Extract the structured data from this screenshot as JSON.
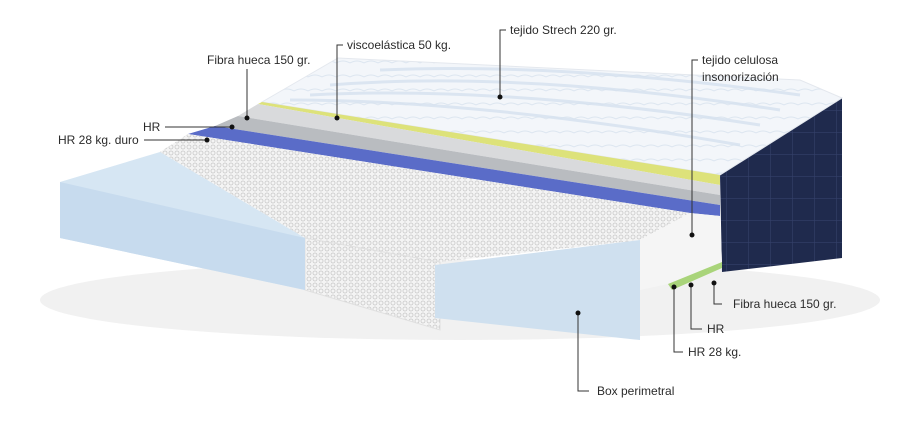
{
  "colors": {
    "top_fabric": "#eef3f8",
    "visco_yellow": "#dde27a",
    "hr_grey": "#b9bcc0",
    "hr_duro_blue": "#5a6cc8",
    "box_foam": "#cfe0ef",
    "side_navy": "#1f2a4d",
    "hr28_green": "#a9d47a"
  },
  "labels": {
    "tejido_strech": "tejido Strech 220 gr.",
    "viscoelastica": "viscoelástica 50 kg.",
    "fibra_hueca_top": "Fibra hueca 150 gr.",
    "tejido_celulosa_1": "tejido celulosa",
    "tejido_celulosa_2": "insonorización",
    "hr_top": "HR",
    "hr_duro": "HR 28 kg. duro",
    "fibra_hueca_bottom": "Fibra hueca 150 gr.",
    "hr_bottom": "HR",
    "hr_28": "HR 28 kg.",
    "box_perimetral": "Box perimetral"
  }
}
